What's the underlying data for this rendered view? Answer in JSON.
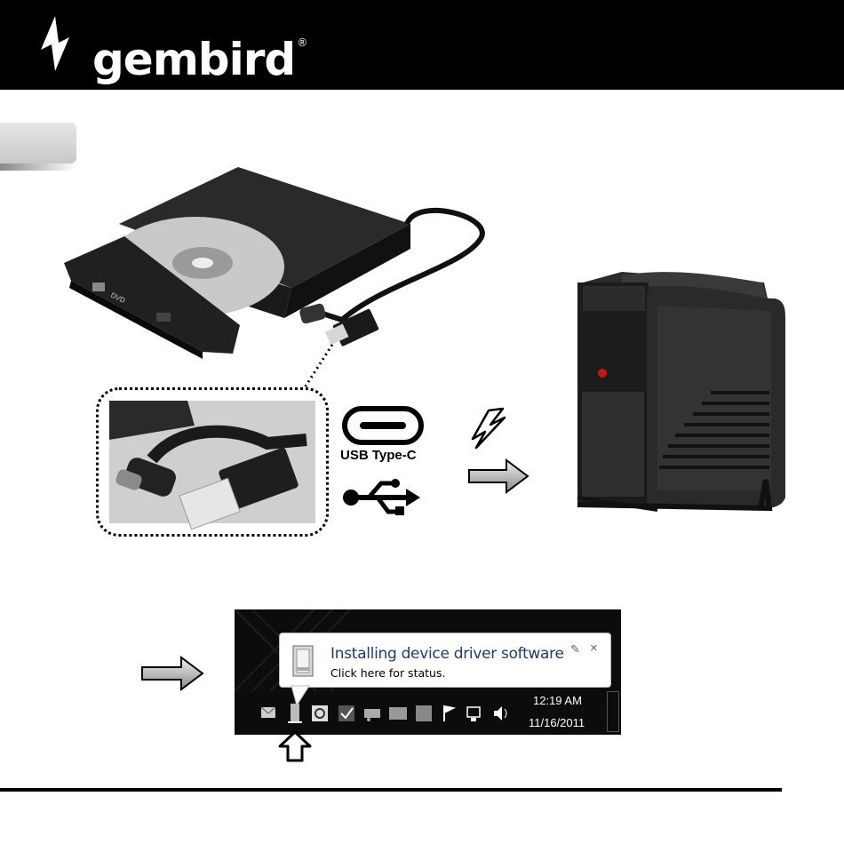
{
  "header": {
    "brand": "gembird",
    "registered_mark": "®"
  },
  "labels": {
    "usb_type_c": "USB Type-C"
  },
  "notification": {
    "title": "Installing device driver software",
    "subtitle": "Click here for status.",
    "pin_icon": "pin-icon",
    "close_glyph": "×"
  },
  "clock": {
    "time": "12:19 AM",
    "date": "11/16/2011"
  },
  "colors": {
    "header_bg": "#000000",
    "tab_gray": "#d6d6d6",
    "balloon_title": "#1e3a7a"
  }
}
